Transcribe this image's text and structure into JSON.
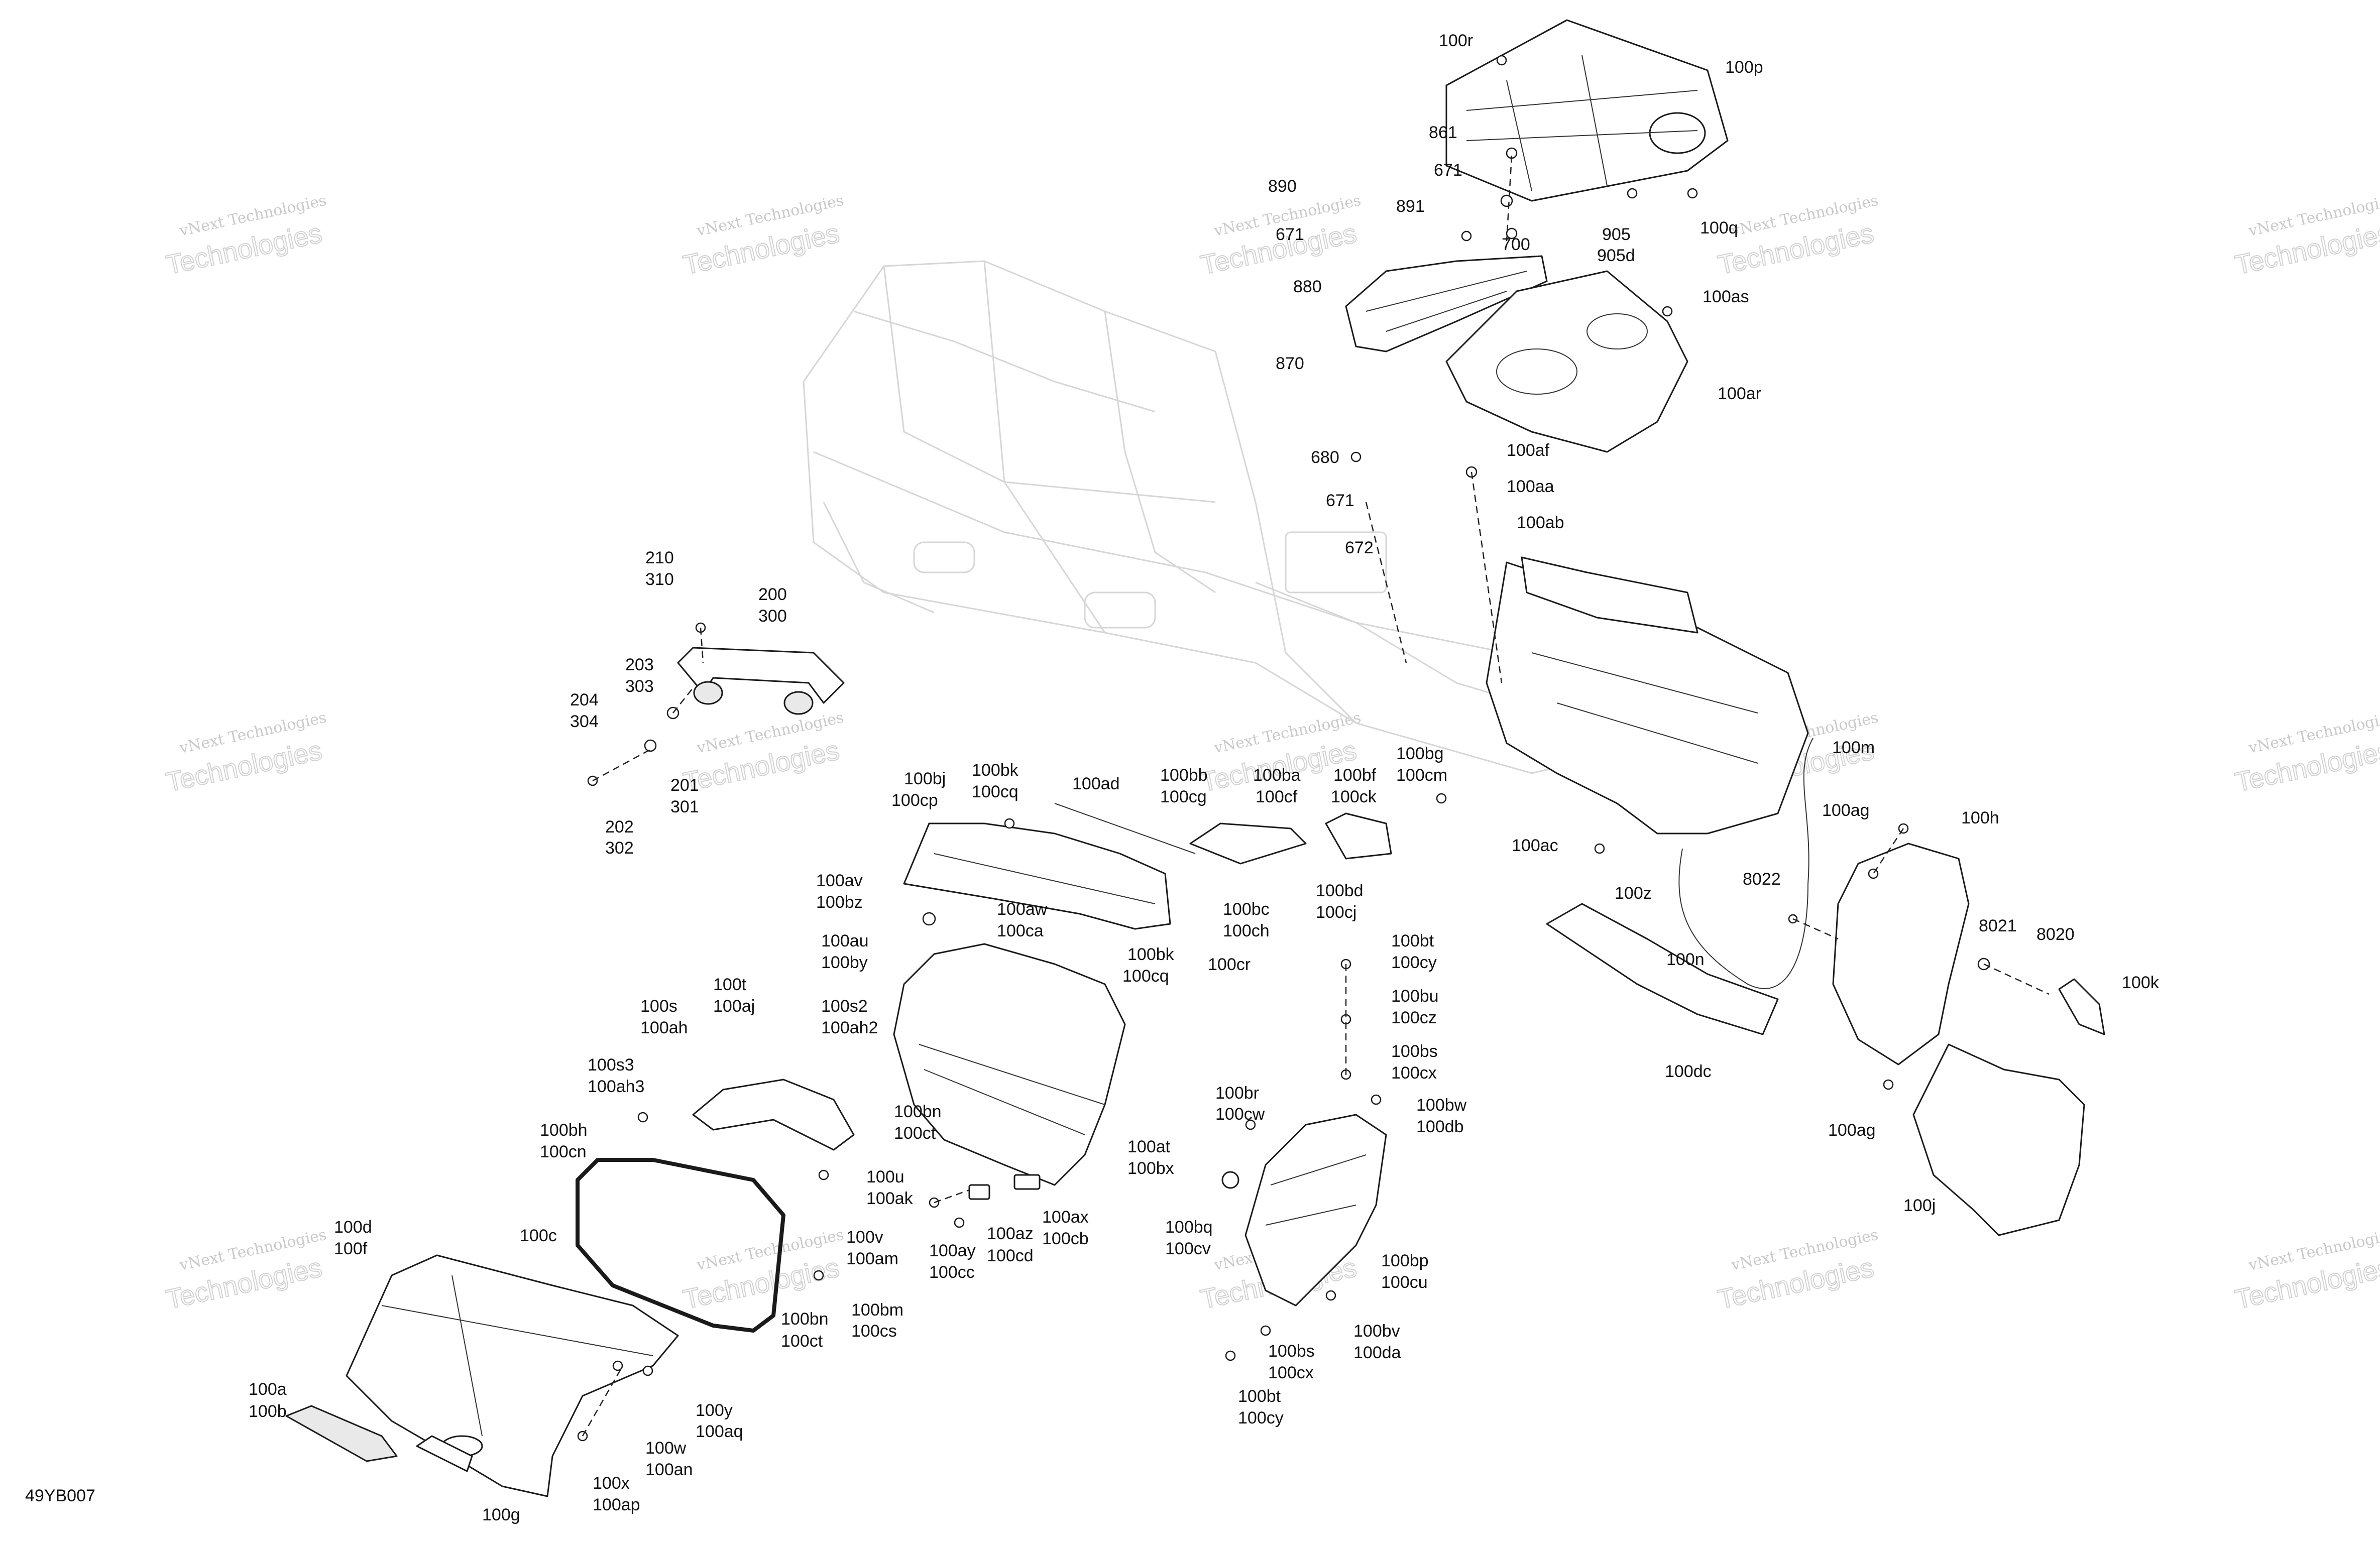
{
  "diagram_code": "49YB007",
  "watermark": {
    "line1": "vNext Technologies",
    "line2": "Technologies"
  },
  "labels": {
    "l_100r": "100r",
    "l_100p": "100p",
    "l_861": "861",
    "l_671a": "671",
    "l_890": "890",
    "l_891": "891",
    "l_671b": "671",
    "l_905": "905",
    "l_905d": "905d",
    "l_700": "700",
    "l_100q": "100q",
    "l_880": "880",
    "l_100as": "100as",
    "l_870": "870",
    "l_100ar": "100ar",
    "l_680": "680",
    "l_100af": "100af",
    "l_671c": "671",
    "l_100aa": "100aa",
    "l_672": "672",
    "l_100ab": "100ab",
    "l_210": "210",
    "l_310": "310",
    "l_200": "200",
    "l_300": "300",
    "l_203": "203",
    "l_303": "303",
    "l_204": "204",
    "l_304": "304",
    "l_201": "201",
    "l_301": "301",
    "l_202": "202",
    "l_302": "302",
    "l_100bj": "100bj",
    "l_100cp": "100cp",
    "l_100bk1": "100bk",
    "l_100cq1": "100cq",
    "l_100ad": "100ad",
    "l_100bb": "100bb",
    "l_100cg": "100cg",
    "l_100ba": "100ba",
    "l_100cf": "100cf",
    "l_100bf": "100bf",
    "l_100ck": "100ck",
    "l_100bg": "100bg",
    "l_100cm": "100cm",
    "l_100m": "100m",
    "l_100ag1": "100ag",
    "l_100h": "100h",
    "l_100ac": "100ac",
    "l_100z": "100z",
    "l_8022": "8022",
    "l_8021": "8021",
    "l_8020": "8020",
    "l_100n": "100n",
    "l_100k": "100k",
    "l_100av": "100av",
    "l_100bz": "100bz",
    "l_100aw": "100aw",
    "l_100ca": "100ca",
    "l_100bc": "100bc",
    "l_100ch": "100ch",
    "l_100bd": "100bd",
    "l_100cj": "100cj",
    "l_100au": "100au",
    "l_100by": "100by",
    "l_100bk2": "100bk",
    "l_100cq2": "100cq",
    "l_100cr": "100cr",
    "l_100bt1": "100bt",
    "l_100cy1": "100cy",
    "l_100dc": "100dc",
    "l_100t": "100t",
    "l_100aj": "100aj",
    "l_100s": "100s",
    "l_100ah": "100ah",
    "l_100s2": "100s2",
    "l_100ah2": "100ah2",
    "l_100bu": "100bu",
    "l_100cz": "100cz",
    "l_100s3": "100s3",
    "l_100ah3": "100ah3",
    "l_100bs1": "100bs",
    "l_100cx1": "100cx",
    "l_100ag2": "100ag",
    "l_100bn1": "100bn",
    "l_100ct1": "100ct",
    "l_100br": "100br",
    "l_100cw": "100cw",
    "l_100bw": "100bw",
    "l_100db": "100db",
    "l_100bh": "100bh",
    "l_100cn": "100cn",
    "l_100at": "100at",
    "l_100bx": "100bx",
    "l_100j": "100j",
    "l_100u": "100u",
    "l_100ak": "100ak",
    "l_100ax": "100ax",
    "l_100cb": "100cb",
    "l_100bq": "100bq",
    "l_100cv": "100cv",
    "l_100d": "100d",
    "l_100f": "100f",
    "l_100c": "100c",
    "l_100v": "100v",
    "l_100am": "100am",
    "l_100ay": "100ay",
    "l_100cc": "100cc",
    "l_100az": "100az",
    "l_100cd": "100cd",
    "l_100bp": "100bp",
    "l_100cu": "100cu",
    "l_100bn2": "100bn",
    "l_100ct2": "100ct",
    "l_100bm": "100bm",
    "l_100cs": "100cs",
    "l_100bv": "100bv",
    "l_100da": "100da",
    "l_100bs2": "100bs",
    "l_100cx2": "100cx",
    "l_100bt2": "100bt",
    "l_100cy2": "100cy",
    "l_100a": "100a",
    "l_100b": "100b",
    "l_100y": "100y",
    "l_100aq": "100aq",
    "l_100w": "100w",
    "l_100an": "100an",
    "l_100x": "100x",
    "l_100ap": "100ap",
    "l_100g": "100g"
  }
}
